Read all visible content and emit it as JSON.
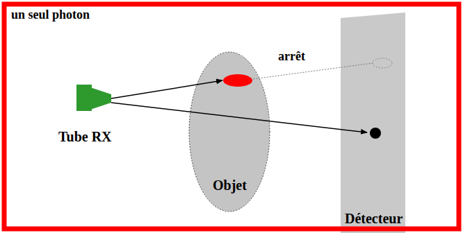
{
  "diagram": {
    "labels": [
      "un seul photon",
      "arrêt",
      "Tube RX",
      "Objet",
      "Détecteur"
    ]
  }
}
